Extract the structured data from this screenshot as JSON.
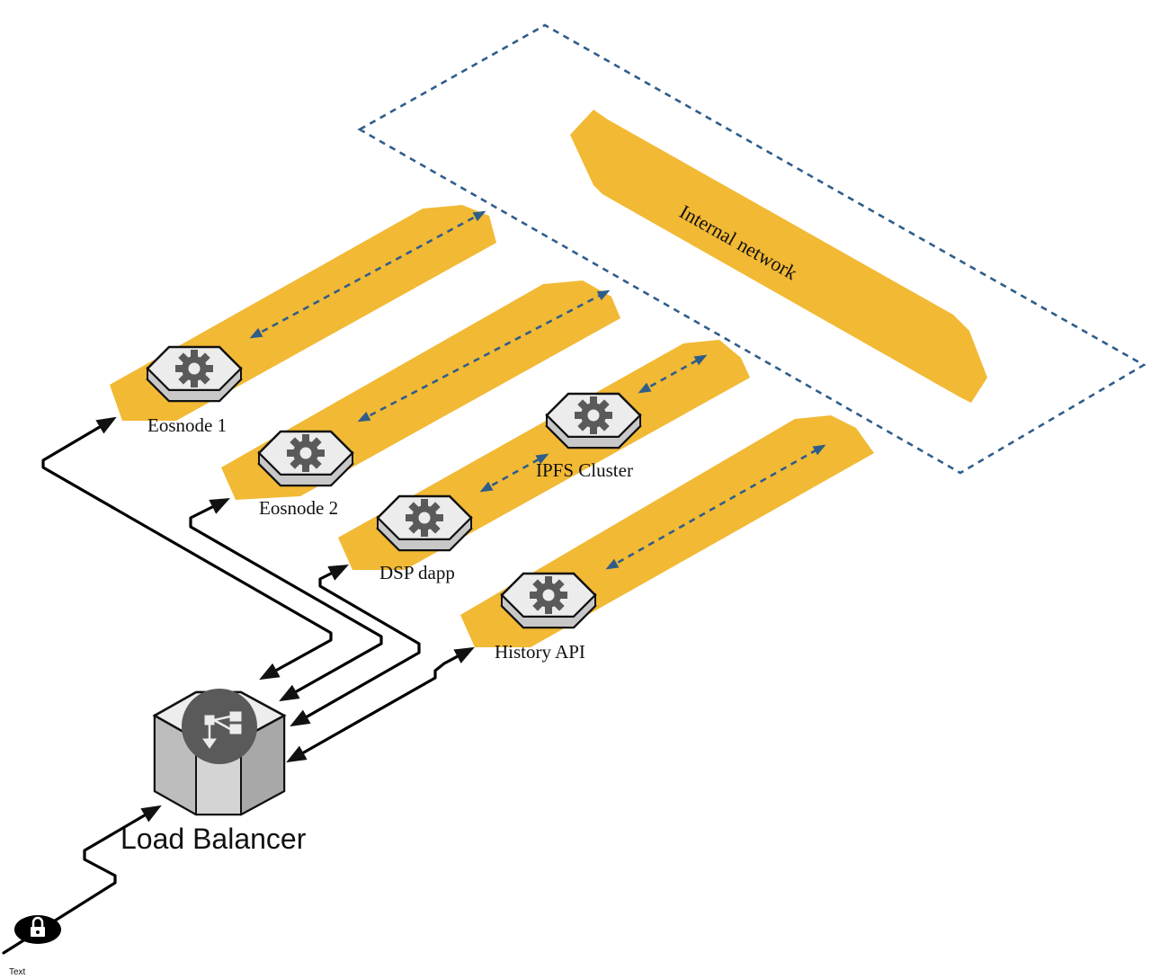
{
  "colors": {
    "band": "#f2b935",
    "dashed_line": "#2f5d8a",
    "connector": "#000000",
    "server_top": "#e9e9e9",
    "server_side": "#bdbdbd",
    "gear": "#5a5a5a"
  },
  "internal_network": {
    "label": "Internal network"
  },
  "nodes": [
    {
      "id": "eosnode-1",
      "label": "Eosnode 1",
      "icon": "gear-icon"
    },
    {
      "id": "eosnode-2",
      "label": "Eosnode 2",
      "icon": "gear-icon"
    },
    {
      "id": "ipfs-cluster",
      "label": "IPFS Cluster",
      "icon": "gear-icon"
    },
    {
      "id": "dsp-dapp",
      "label": "DSP dapp",
      "icon": "gear-icon"
    },
    {
      "id": "history-api",
      "label": "History API",
      "icon": "gear-icon"
    }
  ],
  "load_balancer": {
    "label": "Load Balancer",
    "icon": "network-hub-icon"
  },
  "client": {
    "label": "Text",
    "icon": "lock-icon"
  }
}
